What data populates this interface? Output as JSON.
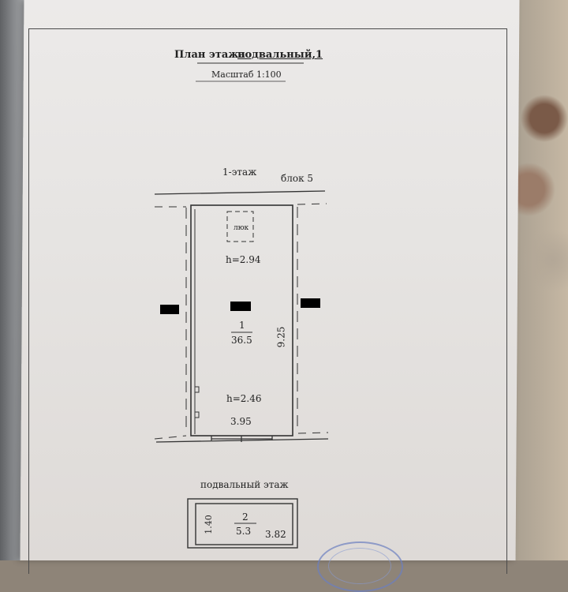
{
  "header": {
    "title_prefix": "План этажа",
    "title_value": "подвальный,1",
    "scale": "Масштаб 1:100"
  },
  "upper_plan": {
    "floor_label": "1-этаж",
    "block_label": "блок 5",
    "hatch_label": "люк",
    "height_top": "h=2.94",
    "room_number": "1",
    "room_area": "36.5",
    "length": "9.25",
    "height_bottom": "h=2.46",
    "width": "3.95"
  },
  "lower_plan": {
    "floor_label": "подвальный этаж",
    "room_number": "2",
    "room_area": "5.3",
    "width": "3.82",
    "depth": "1.40"
  }
}
